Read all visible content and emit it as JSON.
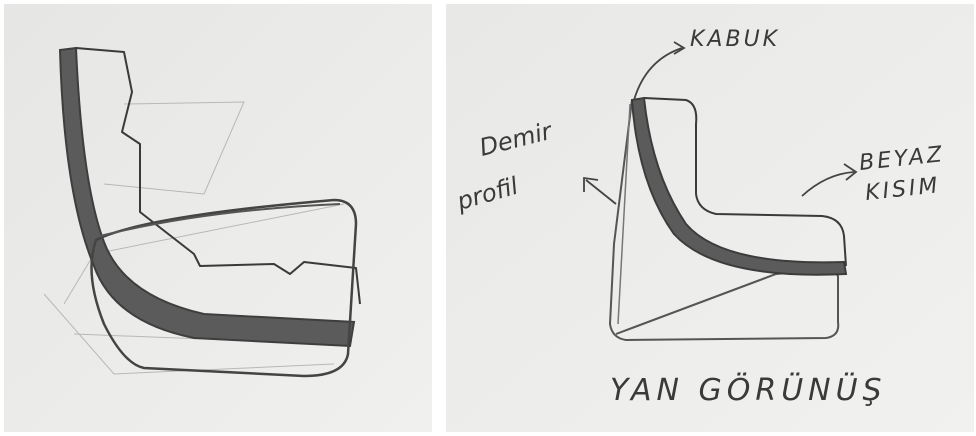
{
  "left_sketch": {
    "paper_color": "#ebebe9",
    "pencil_color": "#4a4a4a"
  },
  "right_sketch": {
    "paper_color": "#ececea",
    "pencil_color": "#4a4a4a",
    "labels": {
      "kabuk": "KABUK",
      "demir_profil_line1": "Demir",
      "demir_profil_line2": "profil",
      "beyaz_kisim_line1": "BEYAZ",
      "beyaz_kisim_line2": "KISIM",
      "caption": "YAN GÖRÜNÜŞ"
    }
  }
}
